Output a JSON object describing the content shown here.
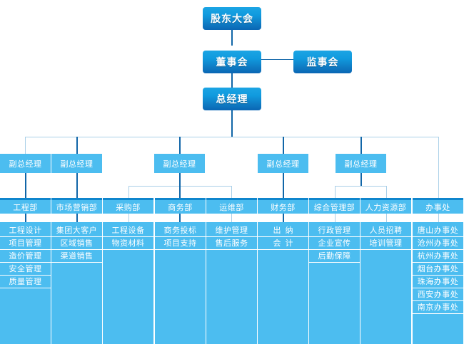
{
  "meta": {
    "title": "组织架构图",
    "colors": {
      "box_gradient_top": "#1ca5e4",
      "box_gradient_bottom": "#0a66b4",
      "flat_blue": "#4cbdf0",
      "dark_stripe": "#0f86cd",
      "connector_dark": "#1166a8",
      "connector_light": "#a9cfe8",
      "text": "#ffffff",
      "background": "#ffffff"
    }
  },
  "top": {
    "shareholders": "股东大会",
    "board": "董事会",
    "supervisors": "监事会",
    "general_manager": "总经理"
  },
  "vice_presidents": [
    {
      "label": "副总经理"
    },
    {
      "label": "副总经理"
    },
    {
      "label": "副总经理"
    },
    {
      "label": "副总经理"
    },
    {
      "label": "副总经理"
    }
  ],
  "departments": [
    {
      "name": "工程部",
      "items": [
        "工程设计",
        "项目管理",
        "造价管理",
        "安全管理",
        "质量管理"
      ]
    },
    {
      "name": "市场营销部",
      "items": [
        "集团大客户",
        "区域销售",
        "渠道销售"
      ]
    },
    {
      "name": "采购部",
      "items": [
        "工程设备",
        "物资材料"
      ]
    },
    {
      "name": "商务部",
      "items": [
        "商务投标",
        "项目支持"
      ]
    },
    {
      "name": "运维部",
      "items": [
        "维护管理",
        "售后服务"
      ]
    },
    {
      "name": "财务部",
      "items": [
        "出  纳",
        "会  计"
      ]
    },
    {
      "name": "综合管理部",
      "items": [
        "行政管理",
        "企业宣传",
        "后勤保障"
      ]
    },
    {
      "name": "人力资源部",
      "items": [
        "人员招聘",
        "培训管理"
      ]
    },
    {
      "name": "办事处",
      "items": [
        "唐山办事处",
        "沧州办事处",
        "杭州办事处",
        "烟台办事处",
        "珠海办事处",
        "西安办事处",
        "南京办事处"
      ]
    }
  ]
}
